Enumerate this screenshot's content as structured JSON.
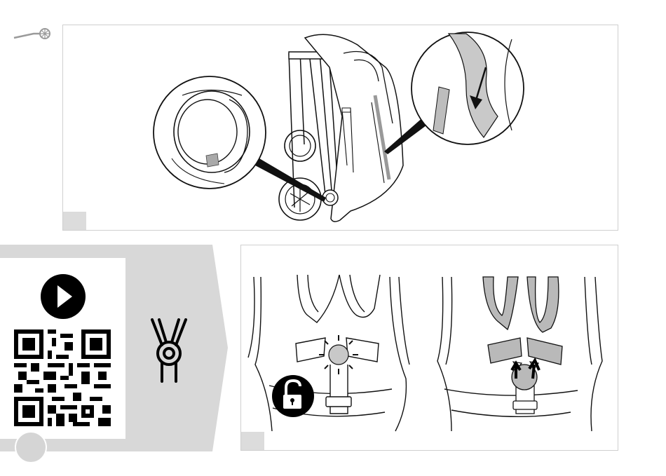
{
  "document": {
    "header_icon": "stroller-side-icon",
    "panels": [
      {
        "id": "fold-stroller",
        "step_label": ""
      },
      {
        "id": "harness-buckle",
        "step_label": ""
      }
    ],
    "video": {
      "icon": "play-icon",
      "qr_icon": "qr-code"
    },
    "harness_icon": "harness-buckle-icon",
    "unlock_icon": "unlock-icon",
    "colors": {
      "tab_grey": "#dcdcdc",
      "band_grey": "#d8d8d8",
      "line": "#111111",
      "strap_grey": "#b9b9b9"
    }
  }
}
